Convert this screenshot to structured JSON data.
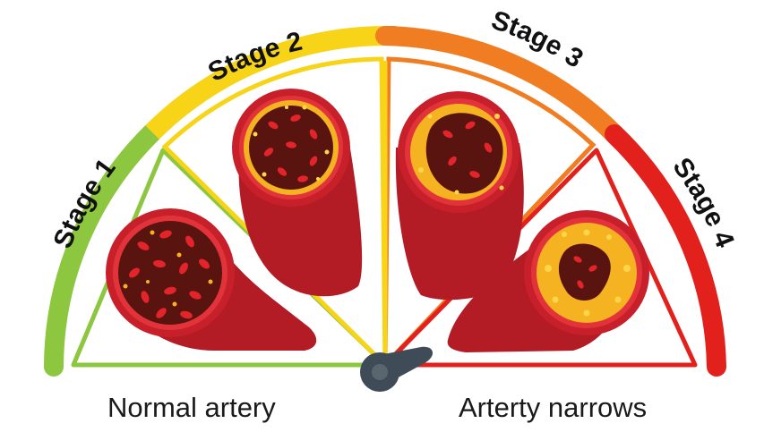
{
  "stages": [
    {
      "label": "Stage 1",
      "color": "#8dc63f"
    },
    {
      "label": "Stage 2",
      "color": "#f7d417"
    },
    {
      "label": "Stage 3",
      "color": "#f07d22"
    },
    {
      "label": "Stage 4",
      "color": "#e2211c"
    }
  ],
  "captions": {
    "left": "Normal artery",
    "right": "Arterty narrows"
  },
  "colors": {
    "artery_outer": "#c8202b",
    "artery_dark": "#9c1620",
    "lumen": "#5a1410",
    "plaque": "#f5b221",
    "plaque_light": "#ffd54a",
    "blood_cell": "#e3242b",
    "needle": "#3f4c57"
  }
}
